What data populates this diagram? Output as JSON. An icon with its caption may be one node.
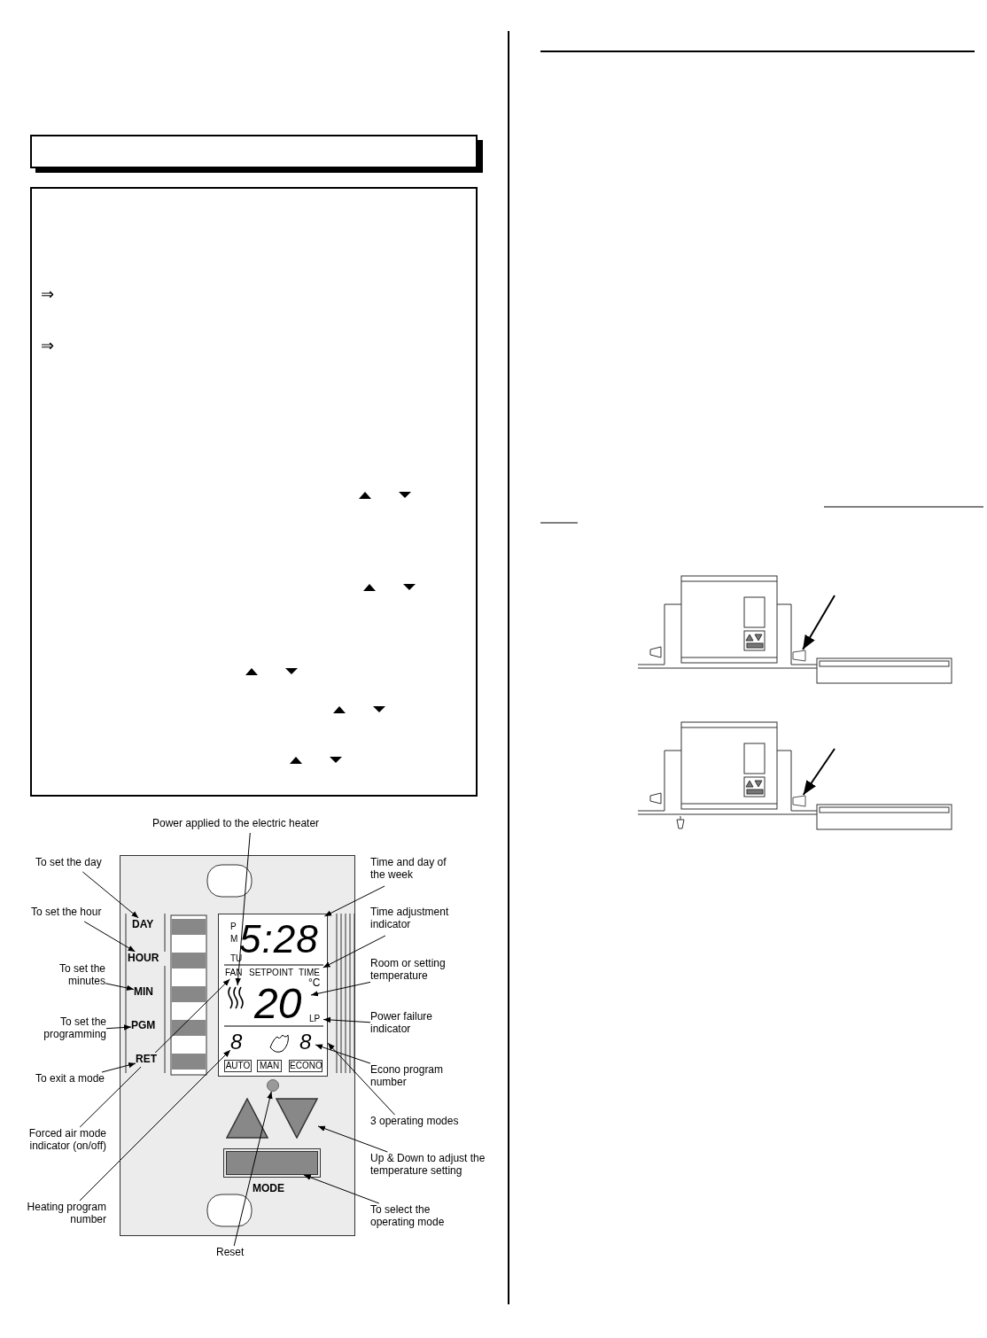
{
  "diagram": {
    "nodes": [
      {
        "text": [
          "Power applied to the electric heater"
        ]
      },
      {
        "text": [
          "To set the day"
        ]
      },
      {
        "text": [
          "To set the hour"
        ]
      },
      {
        "text": [
          "To set the minutes"
        ]
      },
      {
        "text": [
          "To set the programming"
        ]
      },
      {
        "text": [
          "To exit a mode"
        ]
      },
      {
        "text": [
          "Forced air mode indicator (on/off)"
        ]
      },
      {
        "text": [
          "Heating program number"
        ]
      },
      {
        "text": [
          "Reset"
        ]
      },
      {
        "text": [
          "Time and day of the week"
        ]
      },
      {
        "text": [
          "Time adjustment indicator"
        ]
      },
      {
        "text": [
          "Room or setting temperature"
        ]
      },
      {
        "text": [
          "Power failure indicator"
        ]
      },
      {
        "text": [
          "Econo program number"
        ]
      },
      {
        "text": [
          "3 operating modes"
        ]
      },
      {
        "text": [
          "Up & Down to adjust the temperature setting"
        ]
      },
      {
        "text": [
          "To select the operating mode"
        ]
      },
      {
        "text": [],
        "shape": "box"
      },
      {
        "text": [
          "DAY"
        ],
        "in": 17
      },
      {
        "text": [
          "HOUR"
        ],
        "in": 17
      },
      {
        "text": [
          "MIN"
        ],
        "in": 17
      },
      {
        "text": [
          "PGM"
        ],
        "in": 17
      },
      {
        "text": [
          "RET"
        ],
        "in": 17
      },
      {
        "text": [],
        "shape": "box",
        "in": 17
      },
      {
        "text": [
          "5:28"
        ],
        "in": 23
      },
      {
        "text": [
          "FAN"
        ],
        "in": 23
      },
      {
        "text": [
          "TIME"
        ],
        "in": 23
      },
      {
        "text": [],
        "shape": "waves",
        "in": 23
      },
      {
        "text": [
          "20"
        ],
        "in": 23
      },
      {
        "text": [
          "LP"
        ],
        "in": 23
      },
      {
        "text": [
          "8"
        ],
        "in": 23
      },
      {
        "text": [
          "8"
        ],
        "in": 23
      },
      {
        "text": [],
        "shape": "circle",
        "in": 17
      },
      {
        "text": [],
        "shape": "triangle",
        "in": 17
      },
      {
        "text": [],
        "shape": "triangle",
        "in": 17
      },
      {
        "text": [],
        "shape": "bar",
        "in": 17
      },
      {
        "text": [],
        "shape": "cone"
      },
      {
        "text": [],
        "shape": "cone"
      }
    ],
    "edges": [
      {
        "from": 0,
        "to": 27,
        "arrow": "to"
      },
      {
        "from": 1,
        "to": 18,
        "arrow": "to"
      },
      {
        "from": 2,
        "to": 19,
        "arrow": "to"
      },
      {
        "from": 3,
        "to": 20,
        "arrow": "to"
      },
      {
        "from": 4,
        "to": 21,
        "arrow": "to"
      },
      {
        "from": 5,
        "to": 22,
        "arrow": "to"
      },
      {
        "from": 6,
        "to": 25,
        "arrow": "to"
      },
      {
        "from": 7,
        "to": 30,
        "arrow": "to"
      },
      {
        "from": 8,
        "to": 32,
        "arrow": "to"
      },
      {
        "from": 9,
        "to": 24,
        "arrow": "to"
      },
      {
        "from": 10,
        "to": 26,
        "arrow": "to"
      },
      {
        "from": 11,
        "to": 28,
        "arrow": "to"
      },
      {
        "from": 12,
        "to": 29,
        "arrow": "to"
      },
      {
        "from": 13,
        "to": 31,
        "arrow": "to"
      },
      {
        "from": 14,
        "to": 23,
        "arrow": "to"
      },
      {
        "from": 15,
        "to": 34,
        "arrow": "to"
      },
      {
        "from": 16,
        "to": 35,
        "arrow": "to"
      },
      {
        "from": null,
        "to": 36,
        "arrow": "to"
      },
      {
        "from": null,
        "to": 37,
        "arrow": "to"
      }
    ],
    "labels": [
      "⇒",
      "⇒",
      "P",
      "M",
      "TU",
      "SETPOINT",
      "°C",
      "AUTO",
      "MAN",
      "ECONO",
      "MODE"
    ]
  }
}
